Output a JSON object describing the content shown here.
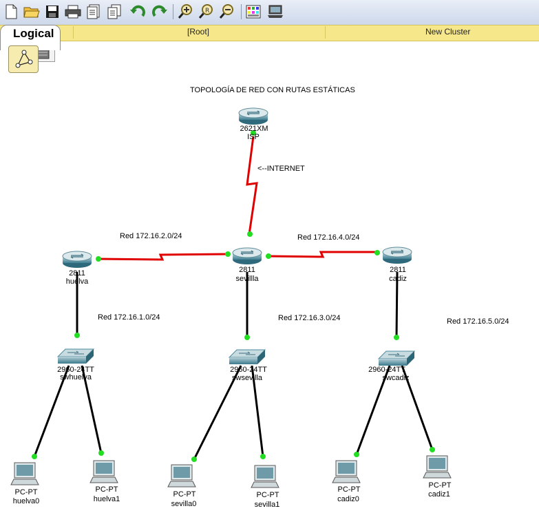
{
  "toolbar": {
    "buttons": [
      "new-icon",
      "open-icon",
      "save-icon",
      "print-icon",
      "activity-wizard-icon",
      "copy-icon",
      "undo-icon",
      "redo-icon",
      "zoom-in-icon",
      "zoom-reset-icon",
      "zoom-out-icon",
      "palette-icon",
      "device-dialog-icon"
    ]
  },
  "view_bar": {
    "logical_tab": "Logical",
    "root_label": "[Root]",
    "new_cluster_label": "New Cluster"
  },
  "topology": {
    "title": "TOPOLOGÍA DE RED CON RUTAS ESTÁTICAS",
    "internet_label": "<--INTERNET",
    "networks": [
      "Red 172.16.2.0/24",
      "Red 172.16.4.0/24",
      "Red 172.16.1.0/24",
      "Red 172.16.3.0/24",
      "Red 172.16.5.0/24"
    ],
    "routers": [
      {
        "model": "2621XM",
        "name": "ISP"
      },
      {
        "model": "2811",
        "name": "huelva"
      },
      {
        "model": "2811",
        "name": "sevillla"
      },
      {
        "model": "2811",
        "name": "cadiz"
      }
    ],
    "switches": [
      {
        "model": "2960-24TT",
        "name": "swhuelva"
      },
      {
        "model": "2960-24TT",
        "name": "swsevilla"
      },
      {
        "model": "2960-24TT",
        "name": "swcadiz"
      }
    ],
    "pcs": [
      {
        "model": "PC-PT",
        "name": "huelva0"
      },
      {
        "model": "PC-PT",
        "name": "huelva1"
      },
      {
        "model": "PC-PT",
        "name": "sevilla0"
      },
      {
        "model": "PC-PT",
        "name": "sevilla1"
      },
      {
        "model": "PC-PT",
        "name": "cadiz0"
      },
      {
        "model": "PC-PT",
        "name": "cadiz1"
      }
    ],
    "colors": {
      "serial_link": "#e00000",
      "ethernet_link": "#000000",
      "port_up": "#22dd22",
      "router": "#4f8ea0",
      "switch": "#4e8b9c"
    }
  }
}
